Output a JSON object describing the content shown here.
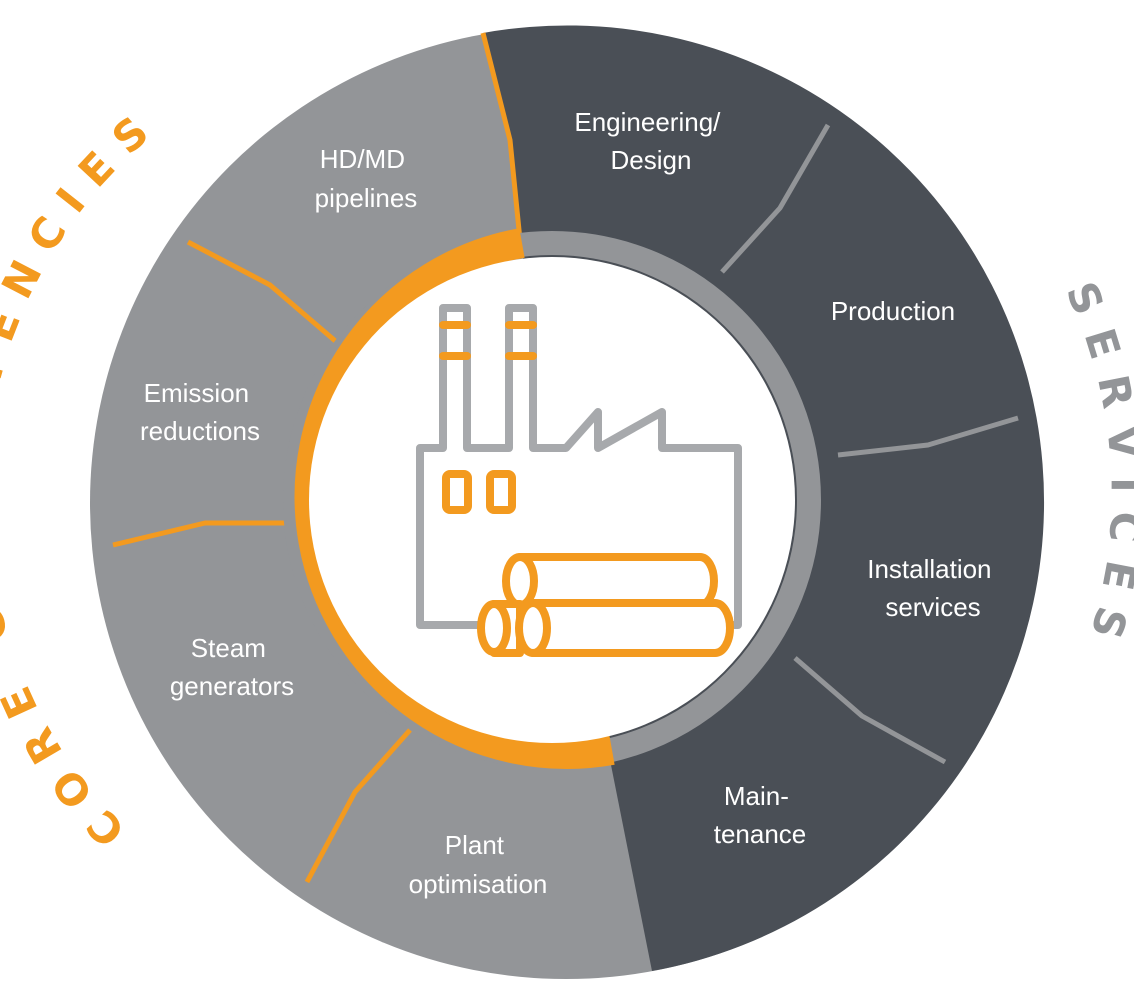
{
  "colors": {
    "core_fill": "#939598",
    "services_fill": "#4a4f56",
    "accent": "#f39a1f",
    "ring_grey": "#939598",
    "divider_grey": "#939598",
    "icon_grey": "#a7a9ac",
    "label": "#ffffff"
  },
  "arc_titles": {
    "core": "CORE COMPETENCIES",
    "services": "SERVICES"
  },
  "segments": {
    "hd_md_pipelines": {
      "line1": "HD/MD",
      "line2": "pipelines"
    },
    "emission_reductions": {
      "line1": "Emission",
      "line2": "reductions"
    },
    "steam_generators": {
      "line1": "Steam",
      "line2": "generators"
    },
    "plant_optimisation": {
      "line1": "Plant",
      "line2": "optimisation"
    },
    "engineering_design": {
      "line1": "Engineering/",
      "line2": "Design"
    },
    "production": {
      "line1": "Production"
    },
    "installation_services": {
      "line1": "Installation",
      "line2": "services"
    },
    "maintenance": {
      "line1": "Main-",
      "line2": "tenance"
    }
  },
  "center_icon": "factory-with-pipes-icon"
}
